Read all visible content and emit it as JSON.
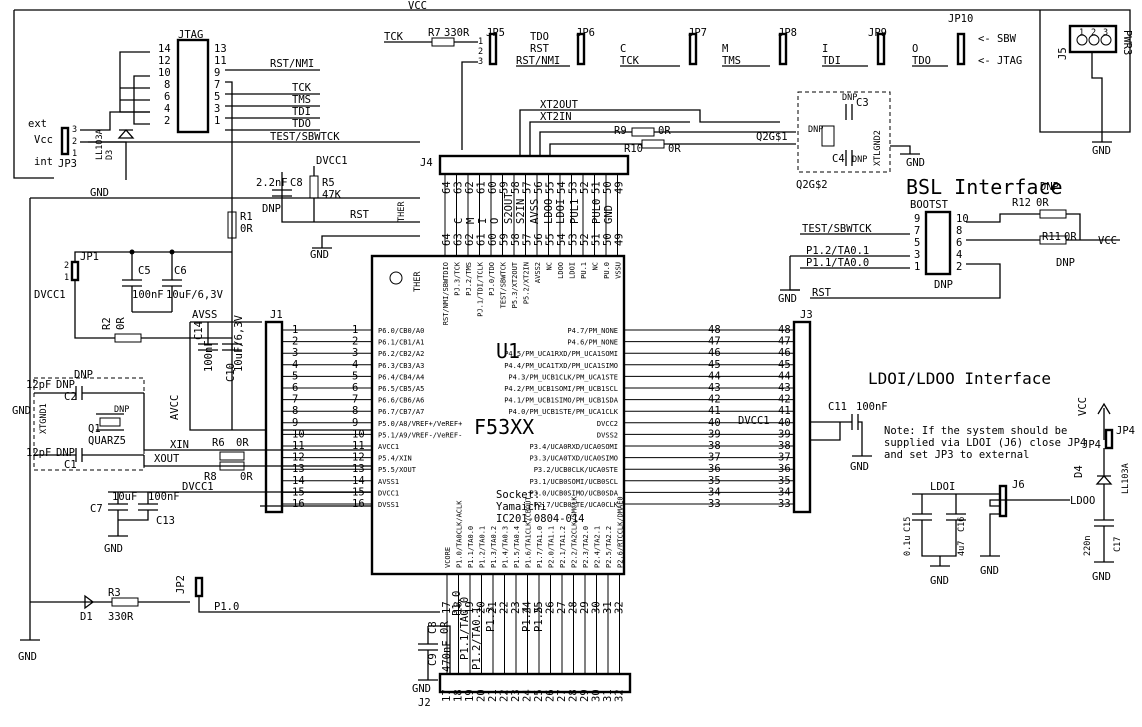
{
  "labels": {
    "vcc_top": "VCC",
    "jtag_title": "JTAG",
    "jtag_left_pins": [
      "14",
      "12",
      "10",
      "8",
      "6",
      "4",
      "2"
    ],
    "jtag_right_pins": [
      "13",
      "11",
      "9",
      "7",
      "5",
      "3",
      "1"
    ],
    "jtag_signals": [
      "RST/NMI",
      "TCK",
      "TMS",
      "TDI",
      "TDO"
    ],
    "test_sbwtck": "TEST/SBWTCK",
    "ext": "ext",
    "vcc": "Vcc",
    "int": "int",
    "jp3": "JP3",
    "d3": "D3",
    "ll103a": "LL103A",
    "gnd": "GND",
    "c8_val": "2.2nF",
    "c8": "C8",
    "dnp": "DNP",
    "dvcc1": "DVCC1",
    "r5": "R5",
    "r5_val": "47K",
    "rst": "RST",
    "r1": "R1",
    "r1_val": "0R",
    "jp1": "JP1",
    "c5": "C5",
    "c6": "C6",
    "c5_val": "100nF",
    "c6_val": "10uF/6,3V",
    "r2": "R2",
    "r2_val": "0R",
    "avss": "AVSS",
    "c14": "C14",
    "c14_val": "100nF",
    "c10_val": "10uF/6,3V",
    "c10": "C10",
    "avcc": "AVCC",
    "j1": "J1",
    "j1_pins": [
      "1",
      "2",
      "3",
      "4",
      "5",
      "6",
      "7",
      "8",
      "9",
      "10",
      "11",
      "12",
      "13",
      "14",
      "15",
      "16"
    ],
    "twelve_pf": "12pF",
    "c2": "C2",
    "c1": "C1",
    "xtgnd1": "XTGND1",
    "q1": "Q1",
    "quarz5": "QUARZ5",
    "xin": "XIN",
    "xout": "XOUT",
    "r6": "R6",
    "r6_val": "0R",
    "r8": "R8",
    "r8_val": "0R",
    "c7": "C7",
    "c7_val": "10uF",
    "c13": "C13",
    "c13_val": "100nF",
    "jp2": "JP2",
    "d1": "D1",
    "r3": "R3",
    "r3_val": "330R",
    "p10": "P1.0",
    "tck": "TCK",
    "r7": "R7",
    "r7_val": "330R",
    "jp5": "JP5",
    "jp6": "JP6",
    "jp7": "JP7",
    "jp8": "JP8",
    "jp9": "JP9",
    "jp10": "JP10",
    "tdo": "TDO",
    "rst_nmi": "RST/NMI",
    "c": "C",
    "m": "M",
    "tms": "TMS",
    "i": "I",
    "tdi": "TDI",
    "o": "O",
    "sbw": "<- SBW",
    "jtag_arrow": "<- JTAG",
    "j5": "J5",
    "pwr3": "PWR3",
    "jp_pins_123": [
      "1",
      "2",
      "3"
    ],
    "xt2out": "XT2OUT",
    "xt2in": "XT2IN",
    "r9": "R9",
    "r9_val": "0R",
    "r10": "R10",
    "r10_val": "0R",
    "c3": "C3",
    "c4": "C4",
    "q2": "Q2G$1",
    "q2b": "Q2G$2",
    "xtlgnd2": "XTLGND2",
    "j4": "J4",
    "j4_pins": [
      "64",
      "63",
      "62",
      "61",
      "60",
      "59",
      "58",
      "57",
      "56",
      "55",
      "54",
      "53",
      "52",
      "51",
      "50",
      "49"
    ],
    "j4_signals": [
      "C",
      "M",
      "I",
      "O",
      "S2OUT",
      "S2IN",
      "AVSS",
      "LDOO",
      "LDOI",
      "PUL1",
      "PUL0",
      "GND"
    ],
    "bsl_title": "BSL Interface",
    "bootst": "BOOTST",
    "r12": "R12",
    "r12_val": "0R",
    "r11": "R11",
    "r11_val": "0R",
    "p12": "P1.2/TA0.1",
    "p11": "P1.1/TA0.0",
    "bsl_pins_left": [
      "9",
      "7",
      "5",
      "3",
      "1"
    ],
    "bsl_pins_right": [
      "10",
      "8",
      "6",
      "4",
      "2"
    ],
    "u1": "U1",
    "ther": "THER",
    "f53xx": "F53XX",
    "socket": "Socket:",
    "yamaichi": "Yamaichi",
    "ic201": "IC201-0804-014",
    "u1_left_pins": [
      "P6.0/CB0/A0",
      "P6.1/CB1/A1",
      "P6.2/CB2/A2",
      "P6.3/CB3/A3",
      "P6.4/CB4/A4",
      "P6.5/CB5/A5",
      "P6.6/CB6/A6",
      "P6.7/CB7/A7",
      "P5.0/A8/VREF+/VeREF+",
      "P5.1/A9/VREF-/VeREF-",
      "AVCC1",
      "P5.4/XIN",
      "P5.5/XOUT",
      "AVSS1",
      "DVCC1",
      "DVSS1"
    ],
    "u1_right_pins": [
      "P4.7/PM_NONE",
      "P4.6/PM_NONE",
      "P4.5/PM_UCA1RXD/PM_UCA1SOMI",
      "P4.4/PM_UCA1TXD/PM_UCA1SIMO",
      "P4.3/PM_UCB1CLK/PM_UCA1STE",
      "P4.2/PM_UCB1SOMI/PM_UCB1SCL",
      "P4.1/PM_UCB1SIMO/PM_UCB1SDA",
      "P4.0/PM_UCB1STE/PM_UCA1CLK",
      "DVCC2",
      "DVSS2",
      "P3.4/UCA0RXD/UCA0SOMI",
      "P3.3/UCA0TXD/UCA0SIMO",
      "P3.2/UCB0CLK/UCA0STE",
      "P3.1/UCB0SOMI/UCB0SCL",
      "P3.0/UCB0SIMO/UCB0SDA",
      "P2.7/UCB0STE/UCA0CLK"
    ],
    "u1_right_nums": [
      "48",
      "47",
      "46",
      "45",
      "44",
      "43",
      "42",
      "41",
      "40",
      "39",
      "38",
      "37",
      "36",
      "35",
      "34",
      "33"
    ],
    "u1_top_pins": [
      "RST/NMI/SBWTDIO",
      "PJ.3/TCK",
      "PJ.2/TMS",
      "PJ.1/TDI/TCLK",
      "PJ.0/TDO",
      "TEST/SBWTCK",
      "P5.3/XT2OUT",
      "P5.2/XT2IN",
      "AVSS2",
      "NC",
      "LDOO",
      "LDOI",
      "PU.1",
      "NC",
      "PU.0",
      "VSSU"
    ],
    "u1_bottom_pins": [
      "VCORE",
      "P1.0/TA0CLK/ACLK",
      "P1.1/TA0.0",
      "P1.2/TA0.1",
      "P1.3/TA0.2",
      "P1.4/TA0.3",
      "P1.5/TA0.4",
      "P1.6/TA1CLK/CBOUT",
      "P1.7/TA1.0",
      "P2.0/TA1.1",
      "P2.1/TA1.2",
      "P2.2/TA2CLK/SMCLK",
      "P2.3/TA2.0",
      "P2.4/TA2.1",
      "P2.5/TA2.2",
      "P2.6/RTCCLK/DMAE0"
    ],
    "j3": "J3",
    "j3_pins": [
      "48",
      "47",
      "46",
      "45",
      "44",
      "43",
      "42",
      "41",
      "40",
      "39",
      "38",
      "37",
      "36",
      "35",
      "34",
      "33"
    ],
    "j2": "J2",
    "j2_pins": [
      "17",
      "18",
      "19",
      "20",
      "21",
      "22",
      "23",
      "24",
      "25",
      "26",
      "27",
      "28",
      "29",
      "30",
      "31",
      "32"
    ],
    "j2_signals": [
      "P1.0",
      "P1.1/TA0.0",
      "P1.2/TA0.1",
      "P1.3",
      "P1.4",
      "P1.5"
    ],
    "c11": "C11",
    "c11_val": "100nF",
    "dvcc1_r": "DVCC1",
    "dvss": "DVSS2",
    "c8_r": "C8",
    "c8r_val": "0R",
    "c9": "C9",
    "c9_val": "470nF",
    "ldo_title": "LDOI/LDOO Interface",
    "note1": "Note: If the system should be",
    "note2": "supplied via LDOI (J6) close JP4",
    "note3": "and set JP3 to external",
    "ldoi": "LDOI",
    "ldoo": "LDOO",
    "j6": "J6",
    "c15": "C15",
    "c16": "C16",
    "c15_val": "0.1u",
    "c16_val": "4u7",
    "jp4": "JP4",
    "d4": "D4",
    "c17": "C17",
    "c17_val": "220n",
    "vcc_right": "VCC"
  }
}
